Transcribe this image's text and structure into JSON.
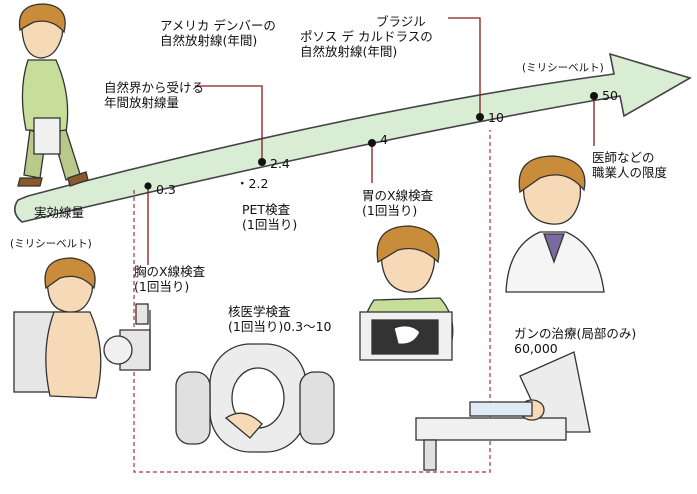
{
  "colors": {
    "arrow_fill": "#d9ecd4",
    "arrow_stroke": "#444444",
    "leader_red": "#8b1a1a",
    "dash_red": "#b03030",
    "skin": "#f6d9b6",
    "hair": "#c98c3a",
    "shirt_green": "#c7dd9a",
    "grey": "#cfcfcf"
  },
  "axis": {
    "label": "実効線量",
    "unit": "(ミリシーベルト)",
    "unit_top": "(ミリシーベルト)"
  },
  "points": [
    {
      "value": "0.3",
      "label": [
        "胸のX線検査",
        "(1回当り)"
      ]
    },
    {
      "value": "2.2",
      "label": [
        "自然界から受ける",
        "年間放射線量"
      ]
    },
    {
      "value": "2.4",
      "label": [
        "アメリカ デンバーの",
        "自然放射線(年間)"
      ]
    },
    {
      "value": "4",
      "label": [
        "胃のX線検査",
        "(1回当り)"
      ]
    },
    {
      "value": "10",
      "label": [
        "ブラジル",
        "ポソス デ カルドラスの",
        "自然放射線(年間)"
      ]
    },
    {
      "value": "50",
      "label": [
        "医師などの",
        "職業人の限度"
      ]
    }
  ],
  "extras": {
    "pet": [
      "PET検査",
      "(1回当り)"
    ],
    "nuclear": [
      "核医学検査",
      "(1回当り)0.3〜10"
    ],
    "cancer": [
      "ガンの治療(局部のみ)",
      "60,000"
    ]
  },
  "icons": [
    "woman-walking-icon",
    "chest-xray-patient-icon",
    "stomach-xray-patient-icon",
    "doctor-icon",
    "pet-scanner-icon",
    "radiotherapy-machine-icon"
  ]
}
